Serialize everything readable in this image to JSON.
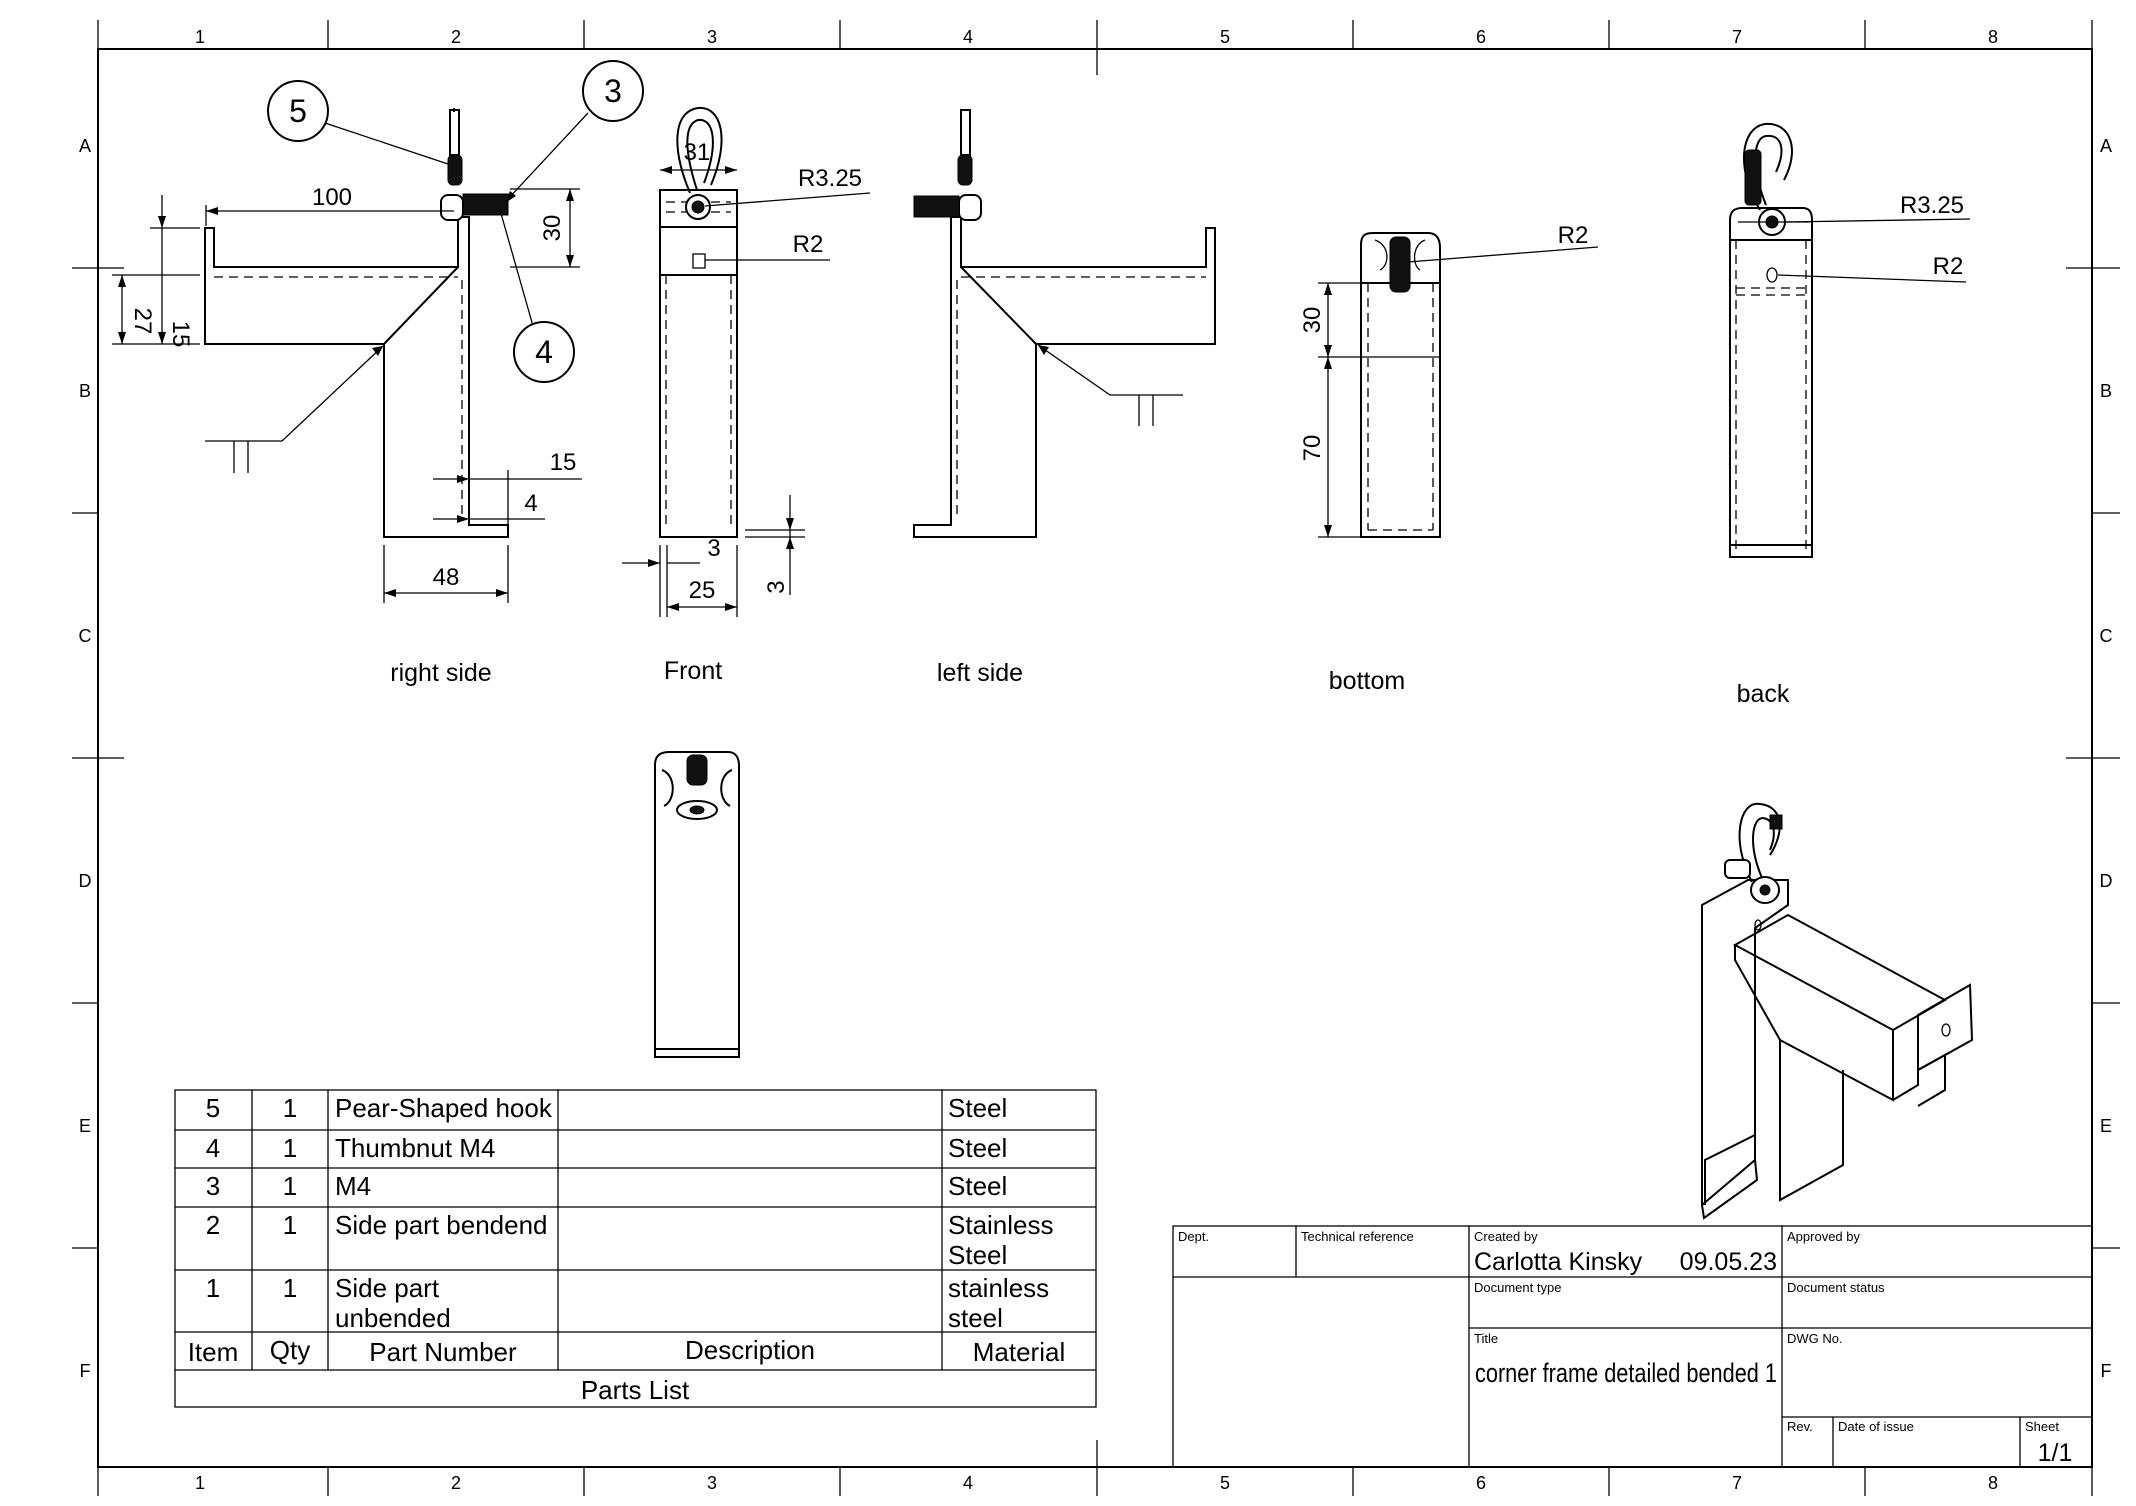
{
  "zones": {
    "columns": [
      "1",
      "2",
      "3",
      "4",
      "5",
      "6",
      "7",
      "8"
    ],
    "rows": [
      "A",
      "B",
      "C",
      "D",
      "E",
      "F"
    ]
  },
  "views": {
    "right_side": "right side",
    "front": "Front",
    "left_side": "left side",
    "bottom": "bottom",
    "back": "back"
  },
  "dimensions": {
    "d100": "100",
    "d30_right": "30",
    "d27": "27",
    "d15_left": "15",
    "d15": "15",
    "d4": "4",
    "d48": "48",
    "d31": "31",
    "r325_front": "R3.25",
    "r2_front": "R2",
    "d3_front": "3",
    "d25": "25",
    "d3_side": "3",
    "r2_bottom": "R2",
    "d30_bottom": "30",
    "d70": "70",
    "r325_back": "R3.25",
    "r2_back": "R2"
  },
  "balloons": [
    "5",
    "3",
    "4"
  ],
  "parts_list": {
    "caption": "Parts List",
    "headers": [
      "Item",
      "Qty",
      "Part Number",
      "Description",
      "Material"
    ],
    "rows": [
      {
        "item": "5",
        "qty": "1",
        "part": [
          "Pear-Shaped hook"
        ],
        "desc": "",
        "material": [
          "Steel"
        ]
      },
      {
        "item": "4",
        "qty": "1",
        "part": [
          "Thumbnut M4"
        ],
        "desc": "",
        "material": [
          "Steel"
        ]
      },
      {
        "item": "3",
        "qty": "1",
        "part": [
          "M4"
        ],
        "desc": "",
        "material": [
          "Steel"
        ]
      },
      {
        "item": "2",
        "qty": "1",
        "part": [
          "Side part bendend"
        ],
        "desc": "",
        "material": [
          "Stainless",
          "Steel"
        ]
      },
      {
        "item": "1",
        "qty": "1",
        "part": [
          "Side part",
          "unbended"
        ],
        "desc": "",
        "material": [
          "stainless",
          "steel"
        ]
      }
    ]
  },
  "title_block": {
    "dept_label": "Dept.",
    "tech_ref_label": "Technical reference",
    "created_by_label": "Created by",
    "created_by": "Carlotta Kinsky",
    "created_date": "09.05.23",
    "approved_by_label": "Approved by",
    "document_type_label": "Document type",
    "document_status_label": "Document status",
    "title_label": "Title",
    "title": "corner frame detailed bended 1",
    "dwg_no_label": "DWG No.",
    "rev_label": "Rev.",
    "date_of_issue_label": "Date of issue",
    "sheet_label": "Sheet",
    "sheet": "1/1"
  }
}
